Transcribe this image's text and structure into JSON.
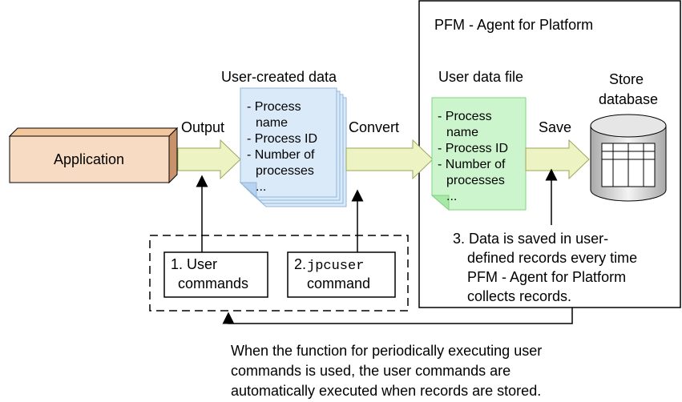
{
  "agent_box": {
    "title": "PFM - Agent for Platform"
  },
  "application": {
    "label": "Application"
  },
  "labels": {
    "output": "Output",
    "convert": "Convert",
    "save": "Save",
    "user_created_data": "User-created data",
    "user_data_file": "User data file",
    "store_database_line1": "Store",
    "store_database_line2": "database"
  },
  "user_created_doc": {
    "lines": [
      "- Process",
      "name",
      "- Process ID",
      "- Number of",
      "processes",
      "..."
    ]
  },
  "user_data_doc": {
    "lines": [
      "- Process",
      "name",
      "- Process ID",
      "- Number of",
      "processes",
      "..."
    ]
  },
  "commands": {
    "user_commands": {
      "line1": "1. User",
      "line2": "commands"
    },
    "jpcuser": {
      "prefix": "2.",
      "name": "jpcuser",
      "line2": "command"
    }
  },
  "note_save": {
    "lines": [
      "3. Data is saved in user-",
      "defined records every time",
      "PFM - Agent for Platform",
      "collects records."
    ]
  },
  "note_periodic": {
    "lines": [
      "When the function for periodically executing user",
      "commands is used, the user commands are",
      "automatically executed when records are stored."
    ]
  },
  "colors": {
    "application_fill": "#f7dcc3",
    "arrow_fill": "#eef3c3",
    "user_created_doc_fill": "#dbeaf8",
    "user_data_doc_fill": "#cdf5cd",
    "database_fill": "#d9d9d9"
  }
}
